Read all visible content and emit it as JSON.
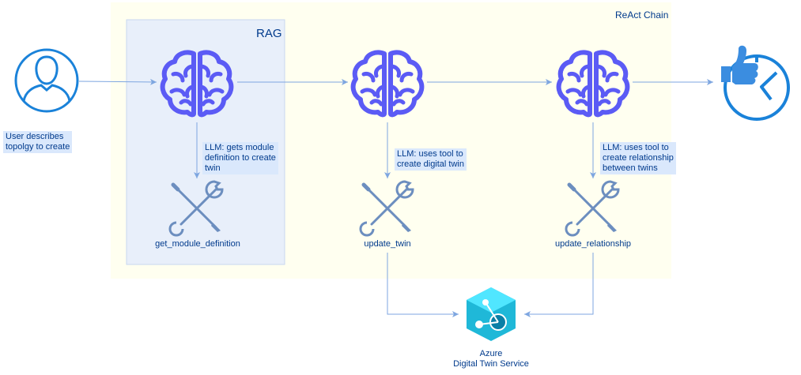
{
  "diagram": {
    "react_chain_title": "ReAct Chain",
    "rag_title": "RAG",
    "user_caption": "User describes\ntopolgy to create",
    "steps": [
      {
        "note": "LLM: gets module\ndefinition to create\ntwin",
        "tool": "get_module_definition",
        "brain_icon": "brain-icon",
        "tool_icon": "wrench-screwdriver-icon"
      },
      {
        "note": "LLM: uses tool to\ncreate digital twin",
        "tool": "update_twin",
        "brain_icon": "brain-icon",
        "tool_icon": "wrench-screwdriver-icon"
      },
      {
        "note": "LLM: uses tool to\ncreate relationship\nbetween twins",
        "tool": "update_relationship",
        "brain_icon": "brain-icon",
        "tool_icon": "wrench-screwdriver-icon"
      }
    ],
    "azure_caption": "Azure\nDigital Twin Service",
    "end_icon": "thumbs-up-timer-icon",
    "colors": {
      "react_fill": "#fffff0",
      "rag_fill": "#e8effa",
      "brain": "#5b5bf5",
      "tool": "#6c8ebf",
      "arrow": "#7ea6e0",
      "note_fill": "#dae8fc",
      "text": "#003a8c",
      "azure": "#1fb8d8"
    }
  }
}
